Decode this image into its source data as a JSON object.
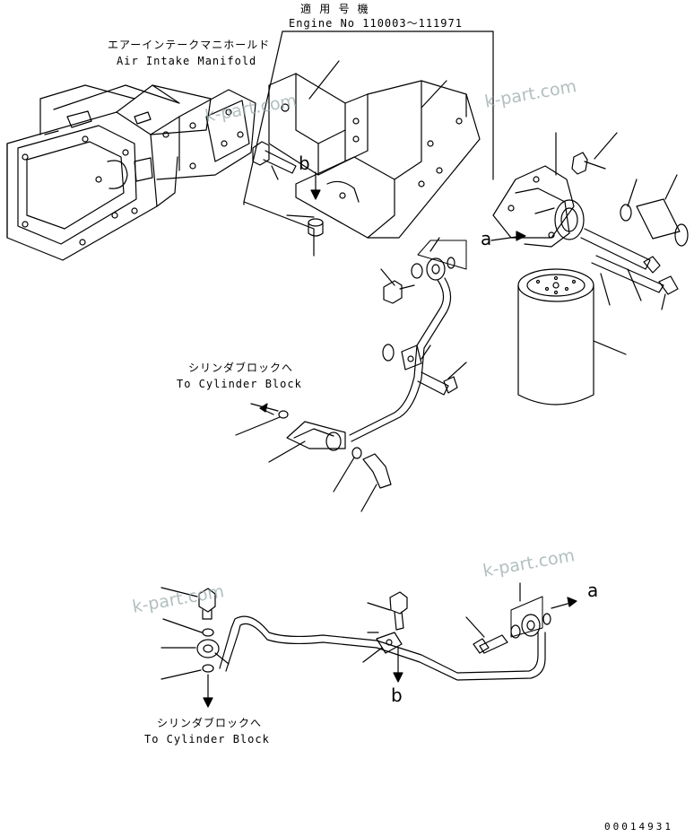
{
  "applicability": {
    "jp": "適 用 号 機",
    "en": "Engine No 110003～111971"
  },
  "air_intake_manifold": {
    "jp": "エアーインテークマニホールド",
    "en": "Air Intake Manifold"
  },
  "to_cylinder_block_upper": {
    "jp": "シリンダブロックへ",
    "en": "To Cylinder Block"
  },
  "to_cylinder_block_lower": {
    "jp": "シリンダブロックへ",
    "en": "To Cylinder Block"
  },
  "markers": {
    "b_upper": "b",
    "a_upper": "a",
    "a_lower": "a",
    "b_lower": "b"
  },
  "watermarks": [
    "k-part.com",
    "k-part.com",
    "k-part.com",
    "k-part.com"
  ],
  "drawing_number": "00014931",
  "colors": {
    "line": "#000000",
    "watermark": "#99aaaa"
  }
}
